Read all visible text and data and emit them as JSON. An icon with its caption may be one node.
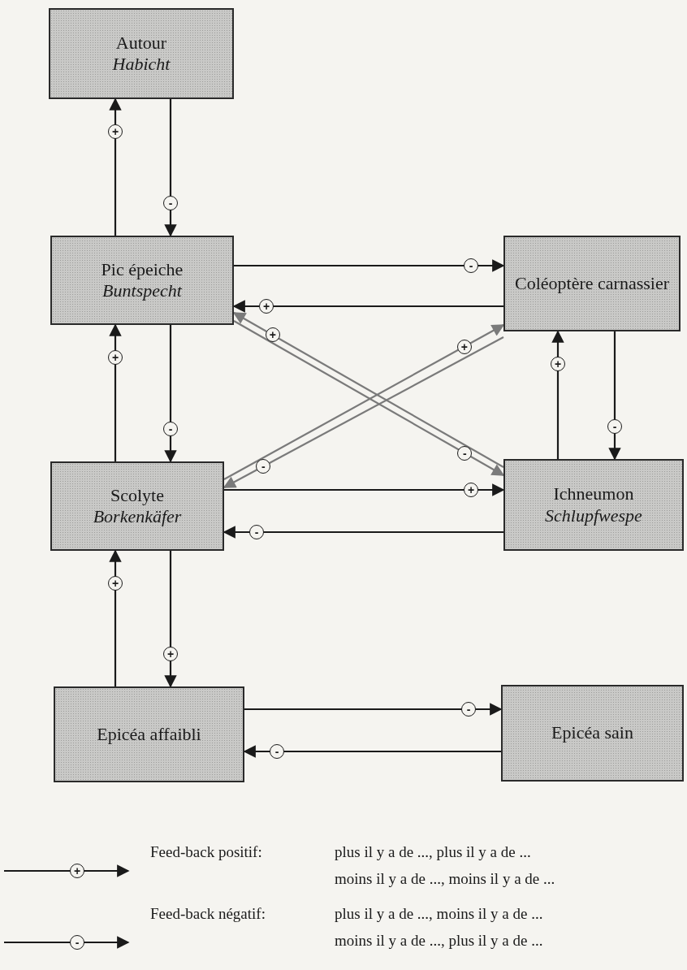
{
  "diagram": {
    "nodes": [
      {
        "text": [
          "Autour",
          "Habicht"
        ]
      },
      {
        "text": [
          "Pic épeiche",
          "Buntspecht"
        ]
      },
      {
        "text": [
          "Coléoptère carnassier"
        ]
      },
      {
        "text": [
          "Scolyte",
          "Borkenkäfer"
        ]
      },
      {
        "text": [
          "Ichneumon",
          "Schlupfwespe"
        ]
      },
      {
        "text": [
          "Epicéa affaibli"
        ]
      },
      {
        "text": [
          "Epicéa sain"
        ]
      }
    ],
    "edges": [
      {
        "from": 1,
        "to": 0,
        "arrow": "to",
        "label": "+"
      },
      {
        "from": 0,
        "to": 1,
        "arrow": "to",
        "label": "-"
      },
      {
        "from": 1,
        "to": 2,
        "arrow": "to",
        "label": "-"
      },
      {
        "from": 2,
        "to": 1,
        "arrow": "to",
        "label": "+"
      },
      {
        "from": 3,
        "to": 1,
        "arrow": "to",
        "label": "+"
      },
      {
        "from": 1,
        "to": 3,
        "arrow": "to",
        "label": "-"
      },
      {
        "from": 4,
        "to": 1,
        "arrow": "to",
        "label": "+",
        "color": "#7a7a7a"
      },
      {
        "from": 1,
        "to": 4,
        "arrow": "to",
        "label": "-",
        "color": "#7a7a7a"
      },
      {
        "from": 3,
        "to": 2,
        "arrow": "to",
        "label": "+",
        "color": "#7a7a7a"
      },
      {
        "from": 2,
        "to": 3,
        "arrow": "to",
        "label": "-",
        "color": "#7a7a7a"
      },
      {
        "from": 4,
        "to": 2,
        "arrow": "to",
        "label": "+"
      },
      {
        "from": 2,
        "to": 4,
        "arrow": "to",
        "label": "-"
      },
      {
        "from": 3,
        "to": 4,
        "arrow": "to",
        "label": "+"
      },
      {
        "from": 4,
        "to": 3,
        "arrow": "to",
        "label": "-"
      },
      {
        "from": 5,
        "to": 3,
        "arrow": "to",
        "label": "+"
      },
      {
        "from": 3,
        "to": 5,
        "arrow": "to",
        "label": "+"
      },
      {
        "from": 5,
        "to": 6,
        "arrow": "to",
        "label": "-"
      },
      {
        "from": 6,
        "to": 5,
        "arrow": "to",
        "label": "-"
      }
    ],
    "labels": [
      "+",
      "plus il y a de ..., plus il y a de ...",
      "moins il y a de ..., moins il y a de ...",
      "-",
      "plus il y a de ..., moins il y a de ...",
      "moins il y a de ..., plus il y a de ..."
    ],
    "legend": [
      {
        "text": "Feed-back positif:"
      },
      {
        "text": "Feed-back négatif:"
      }
    ]
  }
}
